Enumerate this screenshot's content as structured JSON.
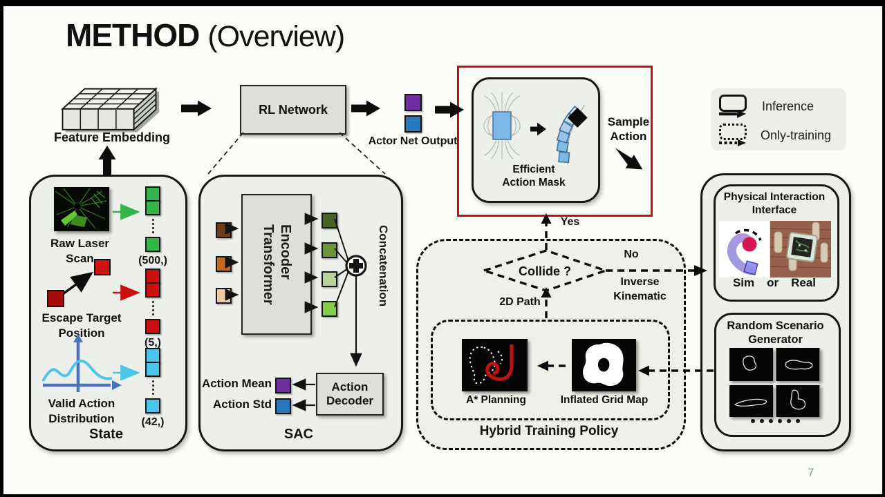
{
  "page_number": "7",
  "title": {
    "main": "METHOD",
    "sub": "(Overview)"
  },
  "colors": {
    "highlight_red": "#cf0a0a",
    "purple": "#6f2da0",
    "blue": "#2878be",
    "green": "#33b54a",
    "red": "#cc1010",
    "dark_red": "#a50d0d",
    "cyan": "#4cc5ea",
    "sac_inputs": [
      "#6e3c17",
      "#c06820",
      "#f2cba2"
    ],
    "sac_outputs": [
      "#4a6426",
      "#6d9639",
      "#b7d39a",
      "#86cc49"
    ]
  },
  "flow": {
    "feature_embedding": "Feature Embedding",
    "rl_network": "RL Network",
    "actor_net_output": "Actor Net Output",
    "sample_action": [
      "Sample",
      "Action"
    ],
    "action_mask": [
      "Efficient",
      "Action Mask"
    ]
  },
  "legend": {
    "inference": "Inference",
    "only_training": "Only-training"
  },
  "state": {
    "label": "State",
    "inputs": [
      {
        "name": [
          "Raw Laser",
          "Scan"
        ],
        "dim": "(500,)"
      },
      {
        "name": [
          "Escape Target",
          "Position"
        ],
        "dim": "(5,)"
      },
      {
        "name": [
          "Valid Action",
          "Distribution"
        ],
        "dim": "(42,)"
      }
    ]
  },
  "sac": {
    "label": "SAC",
    "encoder": [
      "Transformer",
      "Encoder"
    ],
    "concatenation": "Concatenation",
    "decoder": [
      "Action",
      "Decoder"
    ],
    "action_mean": "Action Mean",
    "action_std": "Action Std"
  },
  "hybrid": {
    "label": "Hybrid Training Policy",
    "collide": "Collide ?",
    "yes": "Yes",
    "no": "No",
    "inverse_kinematic": [
      "Inverse",
      "Kinematic"
    ],
    "path_2d": "2D Path",
    "astar": "A* Planning",
    "grid_map": "Inflated Grid Map"
  },
  "deploy": {
    "pii": [
      "Physical Interaction",
      "Interface"
    ],
    "sim": "Sim",
    "or": "or",
    "real": "Real",
    "rsg": [
      "Random Scenario",
      "Generator"
    ]
  }
}
